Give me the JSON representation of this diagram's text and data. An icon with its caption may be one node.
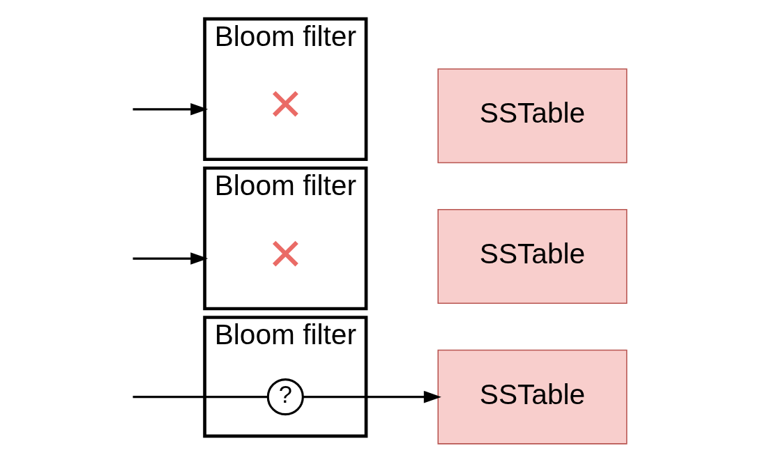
{
  "diagram": {
    "nodes": [
      {
        "text": [
          "Bloom filter"
        ]
      },
      {
        "text": [
          "?"
        ],
        "in": 0
      },
      {
        "text": [
          "SSTable"
        ]
      },
      {
        "text": [
          "Bloom filter"
        ]
      },
      {
        "text": [
          "✕"
        ],
        "in": 3
      },
      {
        "text": [
          "SSTable"
        ]
      },
      {
        "text": [
          "Bloom filter"
        ]
      },
      {
        "text": [
          "✕"
        ],
        "in": 6
      },
      {
        "text": [
          "SSTable"
        ]
      }
    ],
    "edges": [
      {
        "from": null,
        "to": 1,
        "arrow": "none"
      },
      {
        "from": 1,
        "to": 2,
        "arrow": "to"
      },
      {
        "from": null,
        "to": 3,
        "arrow": "to"
      },
      {
        "from": null,
        "to": 6,
        "arrow": "to"
      }
    ]
  }
}
